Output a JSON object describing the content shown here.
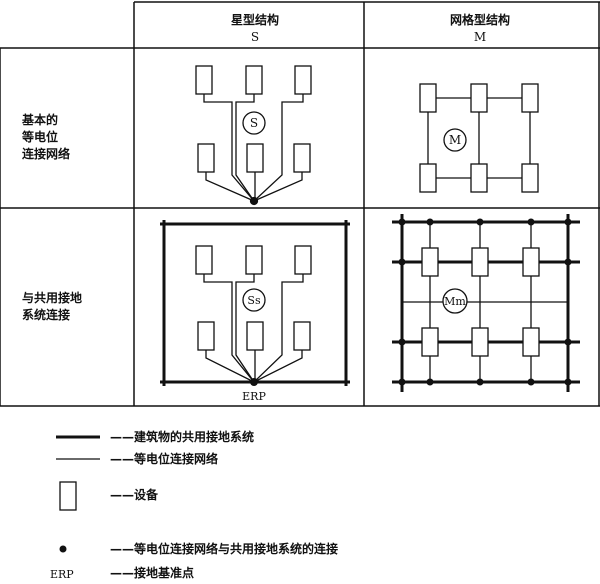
{
  "table": {
    "col_star": {
      "title": "星型结构",
      "code": "S"
    },
    "col_mesh": {
      "title": "网格型结构",
      "code": "M"
    },
    "row_basic": {
      "line1": "基本的",
      "line2": "等电位",
      "line3": "连接网络"
    },
    "row_common": {
      "line1": "与共用接地",
      "line2": "系统连接"
    },
    "node_labels": {
      "s": "S",
      "m": "M",
      "ss": "Ss",
      "mm": "Mm"
    },
    "erp_label": "ERP"
  },
  "legend": {
    "items": [
      {
        "symbol": "thick-line",
        "text": "建筑物的共用接地系统"
      },
      {
        "symbol": "thin-line",
        "text": "等电位连接网络"
      },
      {
        "symbol": "rectangle",
        "text": "设备"
      },
      {
        "symbol": "dot",
        "text": "等电位连接网络与共用接地系统的连接"
      },
      {
        "symbol": "ERP",
        "text": "接地基准点"
      }
    ],
    "dash": "——"
  }
}
